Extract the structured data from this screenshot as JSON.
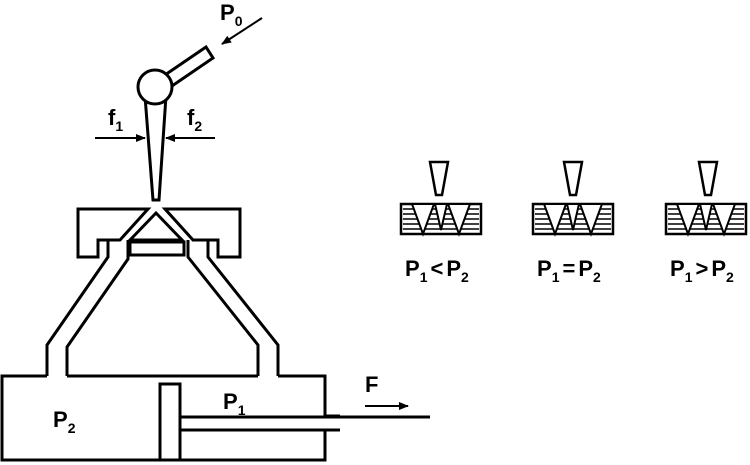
{
  "labels": {
    "p0": {
      "main": "P",
      "sub": "0"
    },
    "f1": {
      "main": "f",
      "sub": "1"
    },
    "f2": {
      "main": "f",
      "sub": "2"
    },
    "p2_chamber": {
      "main": "P",
      "sub": "2"
    },
    "p1_chamber": {
      "main": "P",
      "sub": "1"
    },
    "force": "F"
  },
  "states": [
    {
      "left": {
        "main": "P",
        "sub": "1"
      },
      "op": "<",
      "right": {
        "main": "P",
        "sub": "2"
      }
    },
    {
      "left": {
        "main": "P",
        "sub": "1"
      },
      "op": "=",
      "right": {
        "main": "P",
        "sub": "2"
      }
    },
    {
      "left": {
        "main": "P",
        "sub": "1"
      },
      "op": ">",
      "right": {
        "main": "P",
        "sub": "2"
      }
    }
  ],
  "colors": {
    "ink": "#000000",
    "paper": "#ffffff"
  }
}
